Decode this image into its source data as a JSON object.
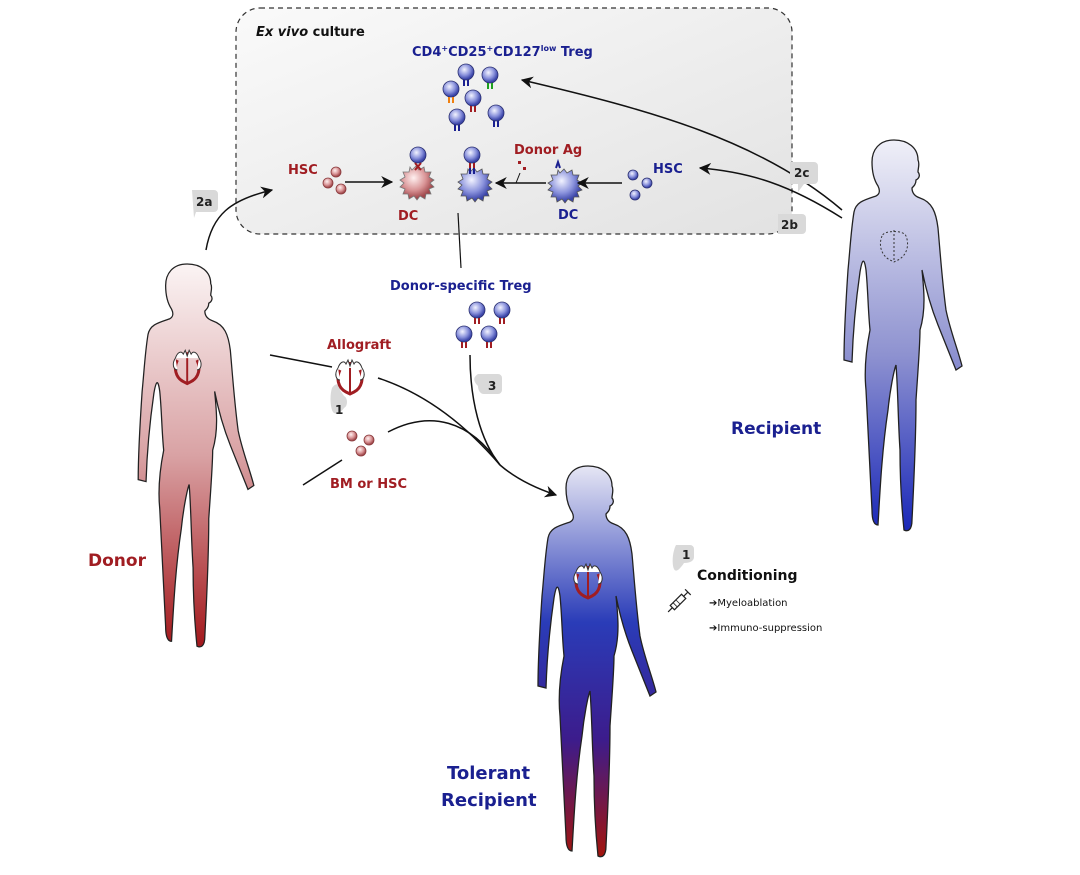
{
  "culture_box": {
    "title_italic": "Ex vivo",
    "title_rest": " culture"
  },
  "treg_pool": {
    "label_main": "CD4",
    "sup1": "+",
    "mid1": "CD25",
    "sup2": "+",
    "mid2": "CD127",
    "sup3": "low",
    "tail": " Treg",
    "receptor_colors": [
      "#1a2090",
      "#1ea01e",
      "#f08010",
      "#a01d22",
      "#1a2090",
      "#1a2090"
    ]
  },
  "labels": {
    "hsc_donor": "HSC",
    "dc_donor": "DC",
    "donor_ag": "Donor Ag",
    "hsc_recipient": "HSC",
    "dc_recipient": "DC",
    "donor_specific_treg": "Donor-specific Treg",
    "allograft": "Allograft",
    "bm_or_hsc": "BM or HSC",
    "donor": "Donor",
    "recipient": "Recipient",
    "tolerant_line1": "Tolerant",
    "tolerant_line2": "Recipient"
  },
  "steps": {
    "s2a": "2a",
    "s2b": "2b",
    "s2c": "2c",
    "s1_graft": "1",
    "s3": "3",
    "s1_cond": "1"
  },
  "conditioning": {
    "title": "Conditioning",
    "items": [
      "Myeloablation",
      "Immuno-suppression"
    ],
    "bullet": "➔"
  },
  "colors": {
    "donor_red": "#a01d22",
    "recipient_blue": "#1a2090",
    "step_badge": "#d9d9d9"
  }
}
